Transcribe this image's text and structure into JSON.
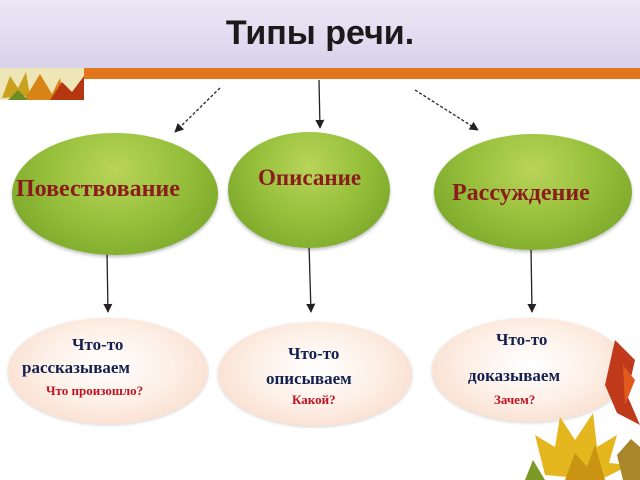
{
  "title": "Типы речи.",
  "types": [
    {
      "name": "Повествование",
      "desc_line1": "Что-то",
      "desc_line2": "рассказываем",
      "question": "Что произошло?"
    },
    {
      "name": "Описание",
      "desc_line1": "Что-то",
      "desc_line2": "описываем",
      "question": "Какой?"
    },
    {
      "name": "Рассуждение",
      "desc_line1": "Что-то",
      "desc_line2": "доказываем",
      "question": "Зачем?"
    }
  ],
  "colors": {
    "title_band": "#d8d2ea",
    "accent_bar": "#e3761d",
    "oval_green": "#97c03c",
    "label_brown": "#8a1c1c",
    "text_navy": "#14204e",
    "question_red": "#c1121f"
  }
}
